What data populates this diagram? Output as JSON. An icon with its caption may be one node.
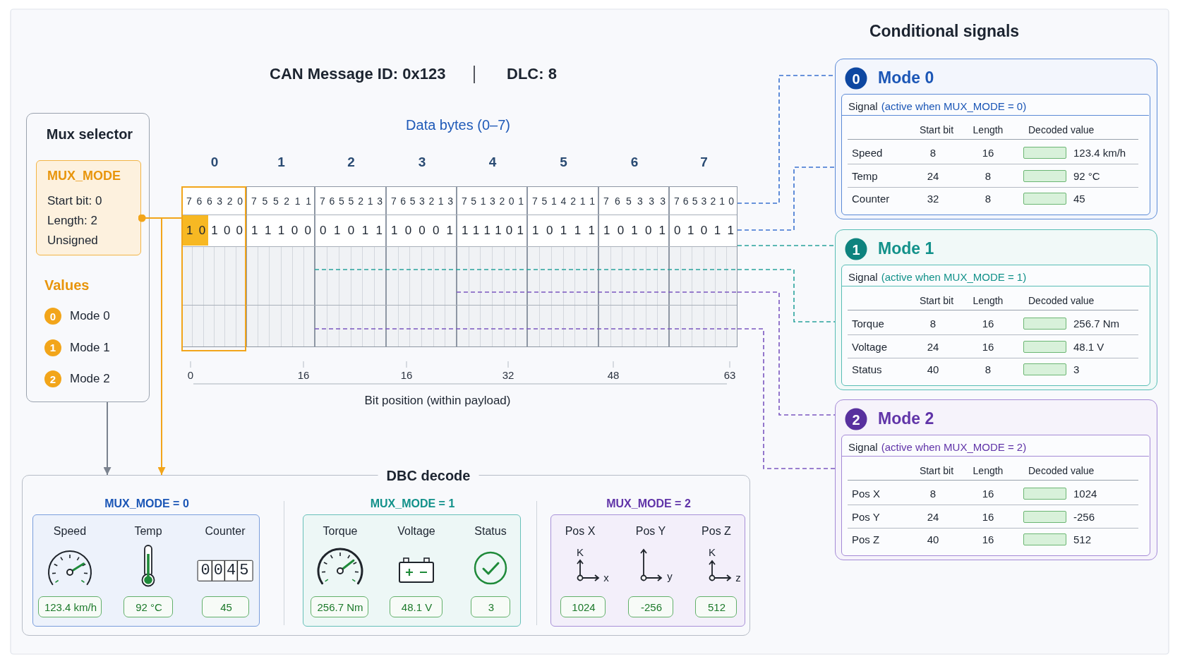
{
  "diagram": {
    "title": "CAN Message ID: 0x123",
    "nodes": [
      {
        "text": [
          "Mux selector",
          "Values",
          "0",
          "Mode 0",
          "1",
          "Mode 1",
          "2",
          "Mode 2"
        ]
      },
      {
        "text": [
          "MUX_MODE",
          "Start bit: 0",
          "Length: 2",
          "Unsigned"
        ],
        "in": 0
      },
      {
        "text": [
          "0",
          "1",
          "2",
          "3",
          "4",
          "5",
          "6",
          "7",
          "7 6 6 3 2 0",
          "7 5 5 2 1 1",
          "7 6 5 5 2 1 3",
          "7 6 5 3 2 1 3",
          "7 5 1 3 2 0 1",
          "7 5 1 4 2 1 1",
          "7 6 5 3 3 3",
          "7 6 5 3 2 1 0",
          "1 0 1 0 0",
          "1 1 1 0 0",
          "0 1 0 1 1",
          "1 0 0 0 1",
          "1 1 1 1 0 1",
          "1 0 1 1 1",
          "1 0 1 0 1",
          "0 1 0 1 1"
        ]
      },
      {
        "text": [
          "0",
          "Mode 0"
        ]
      },
      {
        "text": [
          "Signal",
          "(active when MUX_MODE = 0)",
          "Start bit",
          "Length",
          "Decoded value",
          "Speed",
          "8",
          "16",
          "123.4 km/h",
          "Temp",
          "24",
          "8",
          "92 °C",
          "Counter",
          "32",
          "8",
          "45"
        ],
        "in": 3
      },
      {
        "text": [
          "1",
          "Mode 1"
        ]
      },
      {
        "text": [
          "Signal",
          "(active when MUX_MODE = 1)",
          "Start bit",
          "Length",
          "Decoded value",
          "Torque",
          "8",
          "16",
          "256.7 Nm",
          "Voltage",
          "24",
          "16",
          "48.1 V",
          "Status",
          "40",
          "8",
          "3"
        ],
        "in": 5
      },
      {
        "text": [
          "2",
          "Mode 2"
        ]
      },
      {
        "text": [
          "Signal",
          "(active when MUX_MODE = 2)",
          "Start bit",
          "Length",
          "Decoded value",
          "Pos X",
          "8",
          "16",
          "1024",
          "Pos Y",
          "24",
          "16",
          "-256",
          "Pos Z",
          "40",
          "16",
          "512"
        ],
        "in": 7
      },
      {
        "text": [
          "DBC decode"
        ]
      },
      {
        "text": [
          "MUX_MODE = 0",
          "Speed",
          "Temp",
          "Counter",
          "0045"
        ],
        "in": 9
      },
      {
        "text": [
          "123.4 km/h"
        ],
        "in": 10
      },
      {
        "text": [
          "92 °C"
        ],
        "in": 10
      },
      {
        "text": [
          "45"
        ],
        "in": 10
      },
      {
        "text": [
          "MUX_MODE = 1",
          "Torque",
          "Voltage",
          "Status"
        ],
        "in": 9
      },
      {
        "text": [
          "256.7 Nm"
        ],
        "in": 14
      },
      {
        "text": [
          "48.1 V"
        ],
        "in": 14
      },
      {
        "text": [
          "3"
        ],
        "in": 14
      },
      {
        "text": [
          "MUX_MODE = 2",
          "Pos X",
          "Pos Y",
          "Pos Z",
          "K",
          "x",
          "y",
          "K",
          "z"
        ],
        "in": 9
      },
      {
        "text": [
          "1024"
        ],
        "in": 18
      },
      {
        "text": [
          "-256"
        ],
        "in": 18
      },
      {
        "text": [
          "512"
        ],
        "in": 18
      }
    ],
    "edges": [
      {
        "from": 0,
        "to": 9,
        "arrow": "to",
        "color": "#7b838f"
      },
      {
        "from": 1,
        "to": 2,
        "arrow": "other",
        "color": "#f2a51a"
      },
      {
        "from": 1,
        "to": 9,
        "arrow": "to",
        "color": "#f2a51a"
      },
      {
        "from": 2,
        "to": 3,
        "arrow": "none",
        "style": "dashed",
        "color": "#3a72cf"
      },
      {
        "from": 2,
        "to": 3,
        "arrow": "none",
        "style": "dashed",
        "color": "#3a72cf"
      },
      {
        "from": 2,
        "to": 5,
        "arrow": "none",
        "style": "dashed",
        "color": "#29a39c"
      },
      {
        "from": 2,
        "to": 5,
        "arrow": "none",
        "style": "dashed",
        "color": "#29a39c"
      },
      {
        "from": 2,
        "to": 7,
        "arrow": "none",
        "style": "dashed",
        "color": "#7b57c0"
      },
      {
        "from": 2,
        "to": 7,
        "arrow": "none",
        "style": "dashed",
        "color": "#7b57c0"
      }
    ],
    "labels": [
      "Conditional signals",
      "DLC: 8",
      "Data bytes (0–7)",
      "0",
      "16",
      "16",
      "32",
      "48",
      "63",
      "Bit position (within payload)"
    ]
  }
}
